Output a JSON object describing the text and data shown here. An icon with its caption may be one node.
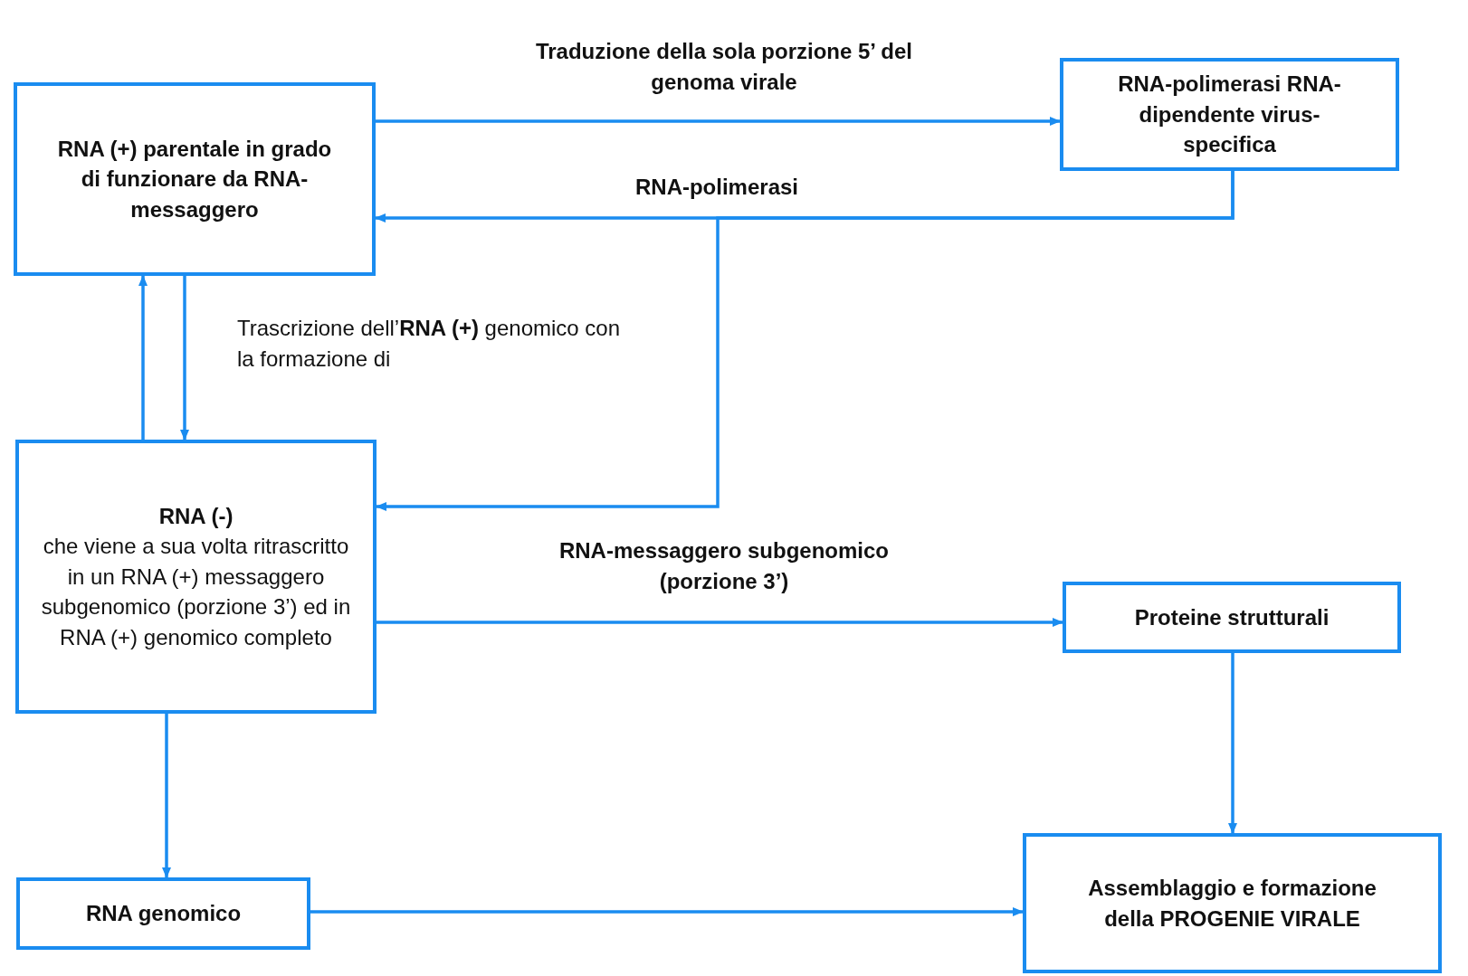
{
  "diagram": {
    "nodes": [
      {
        "text": [
          "RNA (+) parentale in grado di funzionare da RNA-messaggero"
        ]
      },
      {
        "text": [
          "RNA-polimerasi RNA-dipendente virus-specifica"
        ]
      },
      {
        "text": [
          "RNA (-)",
          "che viene a sua volta ritrascritto in un RNA (+) messaggero subgenomico (porzione 3’) ed in RNA (+) genomico completo"
        ]
      },
      {
        "text": [
          "Proteine strutturali"
        ]
      },
      {
        "text": [
          "RNA genomico"
        ]
      },
      {
        "text": [
          "Assemblaggio e formazione della PROGENIE VIRALE"
        ]
      }
    ],
    "edges": [
      {
        "from": 0,
        "to": 1,
        "arrow": "to",
        "label": "Traduzione della sola porzione 5’ del genoma virale"
      },
      {
        "from": 1,
        "to": 0,
        "arrow": "to",
        "label": "RNA-polimerasi"
      },
      {
        "from": 1,
        "to": 2,
        "arrow": "to"
      },
      {
        "from": 0,
        "to": 2,
        "arrow": "to",
        "label": "Trascrizione dell’**RNA (+)** genomico con la formazione di"
      },
      {
        "from": 2,
        "to": 0,
        "arrow": "to"
      },
      {
        "from": 2,
        "to": 3,
        "arrow": "to",
        "label": "RNA-messaggero subgenomico (porzione 3’)"
      },
      {
        "from": 2,
        "to": 4,
        "arrow": "to"
      },
      {
        "from": 3,
        "to": 5,
        "arrow": "to"
      },
      {
        "from": 4,
        "to": 5,
        "arrow": "to"
      }
    ]
  }
}
